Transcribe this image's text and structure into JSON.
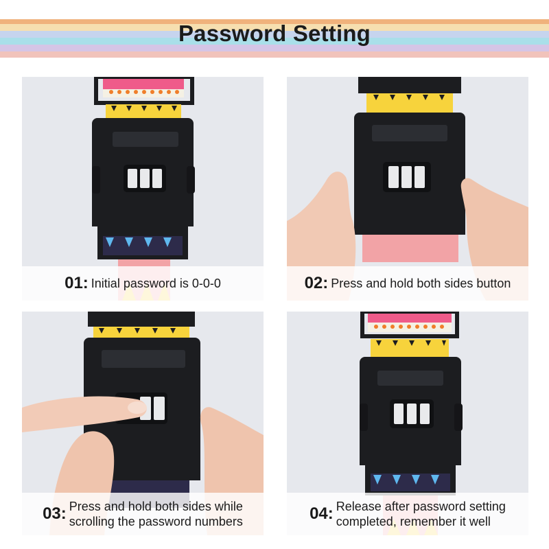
{
  "title": "Password Setting",
  "colors": {
    "stripes": [
      "#f0b27c",
      "#f4d9a6",
      "#b7c9ea",
      "#a9dfe9",
      "#d7c3e6",
      "#f1c3bb"
    ],
    "panel_bg": "#e6e8ed",
    "buckle": "#1c1d20"
  },
  "steps": [
    {
      "number": "01:",
      "lines": [
        "Initial password is 0-0-0"
      ]
    },
    {
      "number": "02:",
      "lines": [
        "Press and hold both sides button"
      ]
    },
    {
      "number": "03:",
      "lines": [
        "Press and hold both sides while",
        "scrolling the password numbers"
      ]
    },
    {
      "number": "04:",
      "lines": [
        "Release after password setting",
        "completed, remember it well"
      ]
    }
  ]
}
